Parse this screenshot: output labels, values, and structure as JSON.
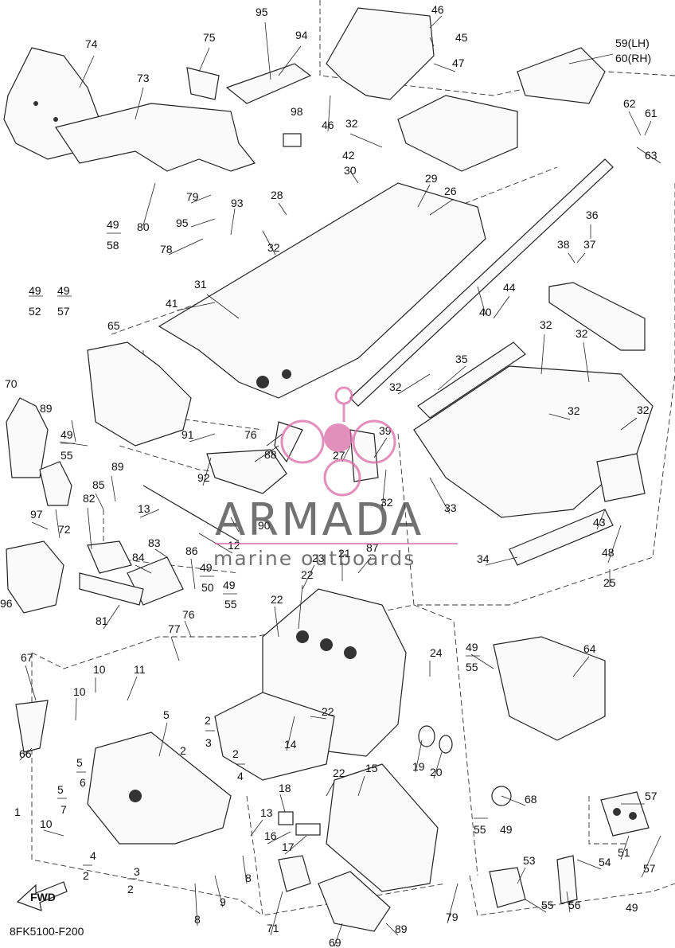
{
  "diagram_code": "8FK5100-F200",
  "fwd_label": "FWD",
  "watermark": {
    "brand": "ARMADA",
    "tagline": "marine outboards"
  },
  "callouts": [
    "1",
    "2",
    "3",
    "4",
    "5",
    "6",
    "7",
    "8",
    "9",
    "10",
    "11",
    "12",
    "13",
    "14",
    "15",
    "16",
    "17",
    "18",
    "19",
    "20",
    "21",
    "22",
    "23",
    "24",
    "25",
    "26",
    "27",
    "28",
    "29",
    "30",
    "31",
    "32",
    "33",
    "34",
    "35",
    "36",
    "37",
    "38",
    "39",
    "40",
    "41",
    "42",
    "43",
    "44",
    "45",
    "46",
    "47",
    "48",
    "49",
    "50",
    "51",
    "52",
    "53",
    "54",
    "55",
    "56",
    "57",
    "58",
    "61",
    "62",
    "63",
    "64",
    "65",
    "66",
    "67",
    "68",
    "69",
    "70",
    "71",
    "72",
    "73",
    "74",
    "75",
    "76",
    "77",
    "78",
    "79",
    "80",
    "81",
    "82",
    "83",
    "84",
    "85",
    "86",
    "87",
    "88",
    "89",
    "90",
    "91",
    "92",
    "93",
    "94",
    "95",
    "96",
    "97",
    "98"
  ],
  "labels": {
    "l59lh": "59(LH)",
    "l60rh": "60(RH)",
    "l49": "49",
    "l52": "52",
    "l57": "57",
    "l58": "58",
    "l55": "55",
    "l50": "50"
  }
}
